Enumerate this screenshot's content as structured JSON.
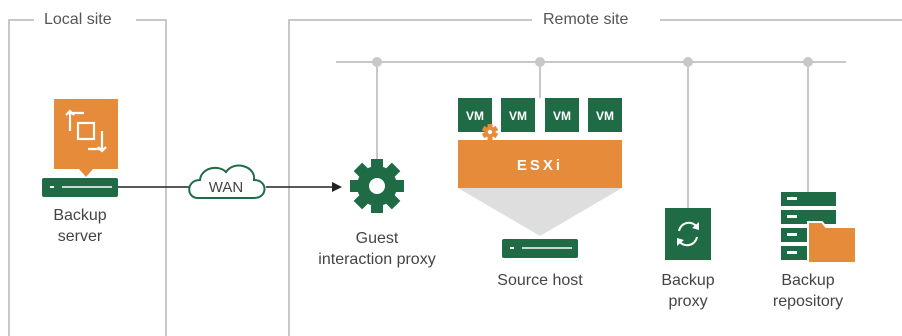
{
  "sections": {
    "local_title": "Local site",
    "remote_title": "Remote site"
  },
  "link": {
    "wan_label": "WAN"
  },
  "nodes": {
    "backup_server": {
      "line1": "Backup",
      "line2": "server"
    },
    "guest_proxy": {
      "line1": "Guest",
      "line2": "interaction proxy"
    },
    "source_host": {
      "label": "Source host"
    },
    "backup_proxy": {
      "line1": "Backup",
      "line2": "proxy"
    },
    "backup_repository": {
      "line1": "Backup",
      "line2": "repository"
    }
  },
  "esxi": {
    "label": "ESXi",
    "vms": [
      "VM",
      "VM",
      "VM",
      "VM"
    ]
  },
  "colors": {
    "orange": "#e68b3a",
    "green": "#1e6b46",
    "line": "#c8c8c8",
    "text": "#444444"
  }
}
